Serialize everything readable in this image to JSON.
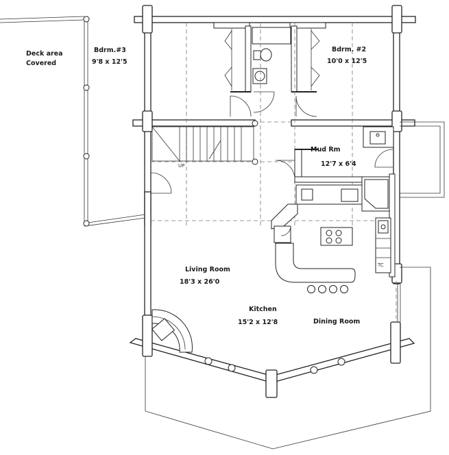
{
  "rooms": {
    "deck": {
      "line1": "Deck area",
      "line2": "Covered"
    },
    "bdrm3": {
      "name": "Bdrm.#3",
      "size": "9'8 x 12'5"
    },
    "bdrm2": {
      "name": "Bdrm. #2",
      "size": "10'0 x 12'5"
    },
    "mudroom": {
      "name": "Mud Rm",
      "size": "12'7 x 6'4"
    },
    "living": {
      "name": "Living Room",
      "size": "18'3 x 26'0"
    },
    "kitchen": {
      "name": "Kitchen",
      "size": "15'2 x 12'8"
    },
    "dining": {
      "name": "Dining Room"
    }
  },
  "annotations": {
    "stairs_up": "UP",
    "tc": "TC"
  }
}
